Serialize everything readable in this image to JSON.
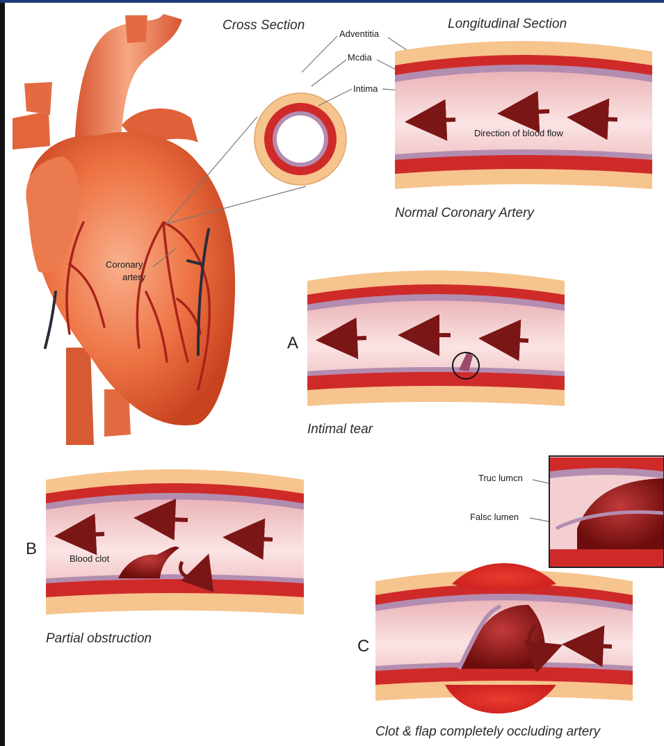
{
  "titles": {
    "cross_section": "Cross Section",
    "longitudinal_section": "Longitudinal Section"
  },
  "labels": {
    "adventitia": "Adventitia",
    "media": "Mcdia",
    "intima": "Intima",
    "direction": "Direction of blood flow",
    "coronary_line1": "Coronary",
    "coronary_line2": "artery",
    "blood_clot": "Blood clot",
    "true_lumen": "Truc lumcn",
    "false_lumen": "Falsc lumen"
  },
  "letters": {
    "a": "A",
    "b": "B",
    "c": "C"
  },
  "captions": {
    "normal": "Normal Coronary Artery",
    "tear": "Intimal tear",
    "partial": "Partial obstruction",
    "occluding": "Clot & flap completely occluding artery"
  },
  "colors": {
    "adventitia": "#f6c48d",
    "media": "#cf2a2a",
    "intima": "#b38db0",
    "lumen": "#f3cfd1",
    "heart": "#e9693f",
    "clot": "#8a1616"
  }
}
